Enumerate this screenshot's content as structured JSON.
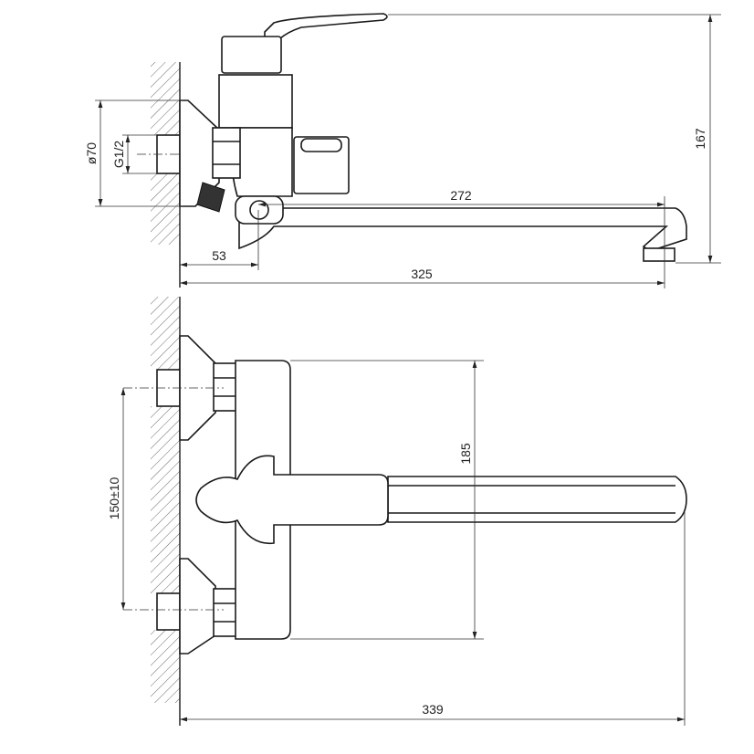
{
  "dimensions": {
    "height_total": "167",
    "spout_length": "272",
    "wall_to_spout": "53",
    "wall_to_tip": "325",
    "flange_diameter": "ø70",
    "thread": "G1/2",
    "body_height": "185",
    "inlet_spacing": "150±10",
    "overall_length": "339"
  }
}
